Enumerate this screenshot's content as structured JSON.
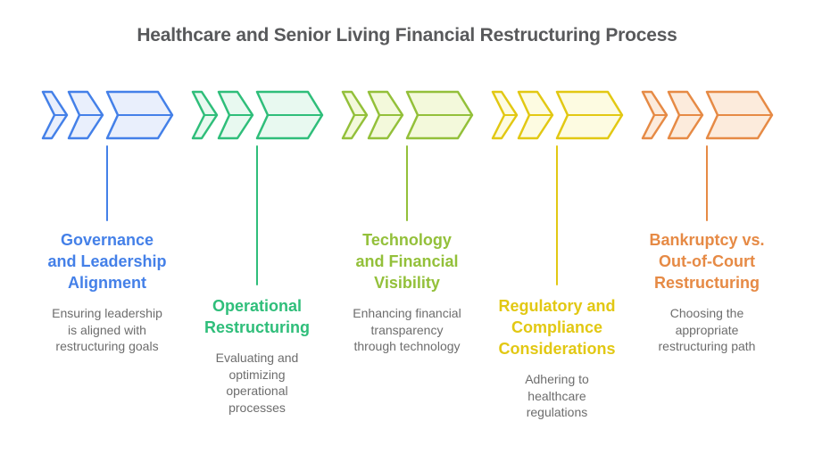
{
  "title": "Healthcare and Senior Living Financial Restructuring Process",
  "colors": {
    "diagram_title_text": "#58595b",
    "description_text": "#6d6d6d",
    "background": "#ffffff"
  },
  "stages": [
    {
      "title": "Governance and Leadership Alignment",
      "title_lines": [
        "Governance",
        "and Leadership",
        "Alignment"
      ],
      "description": "Ensuring leadership is aligned with restructuring goals",
      "description_lines": [
        "Ensuring leadership",
        "is aligned with",
        "restructuring goals"
      ],
      "accent_color": "#4480e8",
      "fill_color": "#e9effc",
      "label_position": "high"
    },
    {
      "title": "Operational Restructuring",
      "title_lines": [
        "Operational",
        "Restructuring"
      ],
      "description": "Evaluating and optimizing operational processes",
      "description_lines": [
        "Evaluating and",
        "optimizing",
        "operational",
        "processes"
      ],
      "accent_color": "#2fbe7a",
      "fill_color": "#e8f9f0",
      "label_position": "low"
    },
    {
      "title": "Technology and Financial Visibility",
      "title_lines": [
        "Technology",
        "and Financial",
        "Visibility"
      ],
      "description": "Enhancing financial transparency through technology",
      "description_lines": [
        "Enhancing financial",
        "transparency",
        "through technology"
      ],
      "accent_color": "#93c03a",
      "fill_color": "#f3f9db",
      "label_position": "high"
    },
    {
      "title": "Regulatory and Compliance Considerations",
      "title_lines": [
        "Regulatory and",
        "Compliance",
        "Considerations"
      ],
      "description": "Adhering to healthcare regulations",
      "description_lines": [
        "Adhering to",
        "healthcare",
        "regulations"
      ],
      "accent_color": "#e2c813",
      "fill_color": "#fdfbe1",
      "label_position": "low"
    },
    {
      "title": "Bankruptcy vs. Out-of-Court Restructuring",
      "title_lines": [
        "Bankruptcy vs.",
        "Out-of-Court",
        "Restructuring"
      ],
      "description": "Choosing the appropriate restructuring path",
      "description_lines": [
        "Choosing the",
        "appropriate",
        "restructuring path"
      ],
      "accent_color": "#e68a45",
      "fill_color": "#fcebdc",
      "label_position": "high"
    }
  ]
}
